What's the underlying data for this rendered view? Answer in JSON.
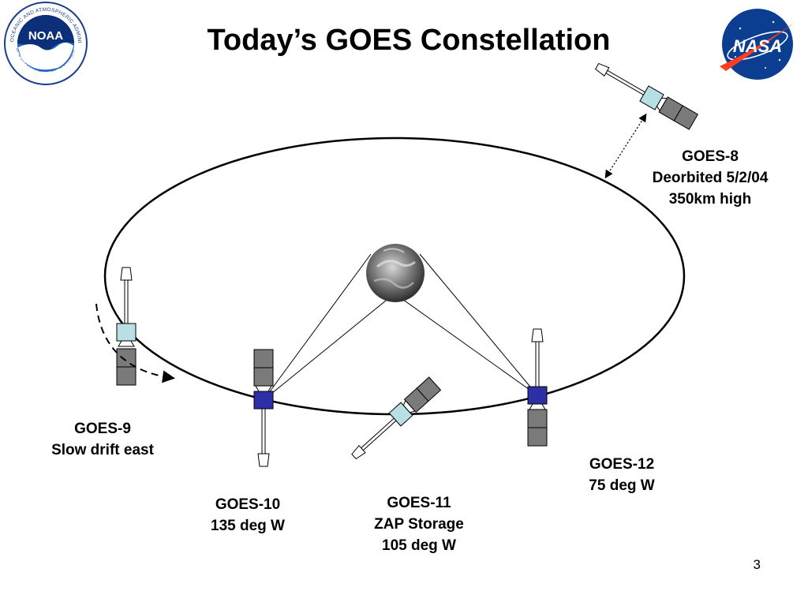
{
  "title": "Today’s GOES Constellation",
  "page_number": "3",
  "logos": {
    "noaa": {
      "word": "NOAA",
      "ring_top": "NATIONAL OCEANIC AND ATMOSPHERIC ADMINISTRATION",
      "ring_bottom": "U.S. DEPARTMENT OF COMMERCE",
      "color": "#1c3f8c"
    },
    "nasa": {
      "word": "NASA",
      "color": "#0b3d91",
      "accent": "#fc3d21"
    }
  },
  "satellites": [
    {
      "id": "goes-8",
      "lines": [
        "GOES-8",
        "Deorbited 5/2/04",
        "350km high"
      ]
    },
    {
      "id": "goes-9",
      "lines": [
        "GOES-9",
        "Slow drift east"
      ]
    },
    {
      "id": "goes-10",
      "lines": [
        "GOES-10",
        "135 deg W"
      ]
    },
    {
      "id": "goes-11",
      "lines": [
        "GOES-11",
        "ZAP Storage",
        "105 deg W"
      ]
    },
    {
      "id": "goes-12",
      "lines": [
        "GOES-12",
        "75 deg W"
      ]
    }
  ],
  "colors": {
    "active_body": "#2e2ea6",
    "standby_body": "#b8e0e4",
    "solar_panel": "#7a7a7a",
    "outline": "#000000"
  }
}
